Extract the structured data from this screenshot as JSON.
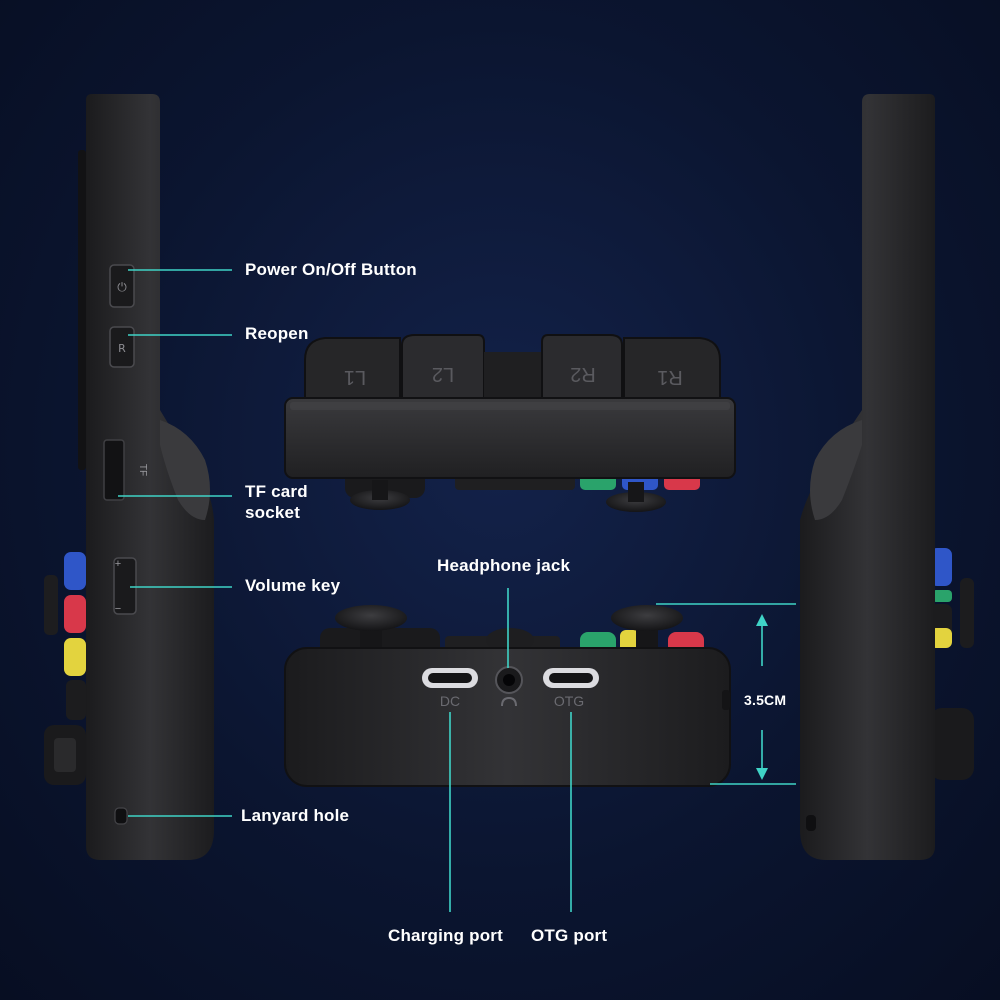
{
  "labels": {
    "power": "Power On/Off Button",
    "reopen": "Reopen",
    "tf": "TF card socket",
    "volume": "Volume key",
    "lanyard": "Lanyard hole",
    "headphone": "Headphone jack",
    "charging": "Charging port",
    "otg": "OTG port",
    "height": "3.5CM"
  },
  "device_marks": {
    "power_symbol": "⏻",
    "reopen_key": "R",
    "tf_mark": "TF",
    "vol_plus": "+",
    "vol_minus": "−",
    "shoulder_l1": "L1",
    "shoulder_l2": "L2",
    "shoulder_r2": "R2",
    "shoulder_r1": "R1",
    "port_dc": "DC",
    "port_otg": "OTG"
  },
  "colors": {
    "background": "#0b1530",
    "body": "#2b2b2d",
    "leader": "#3fd3c6",
    "button_blue": "#2f56c8",
    "button_red": "#d8384a",
    "button_yellow": "#e3d33e",
    "button_green": "#2aa36b"
  }
}
